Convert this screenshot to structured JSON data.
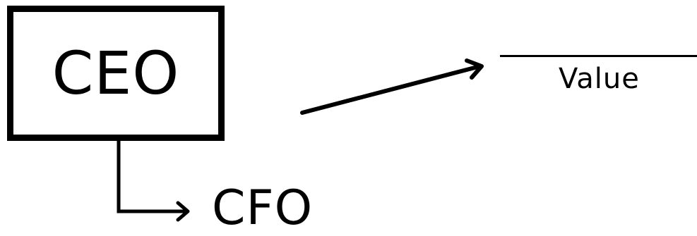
{
  "diagram": {
    "root_label": "CEO",
    "child_label": "CFO",
    "value_label": "Value"
  },
  "colors": {
    "stroke": "#000000",
    "background": "#ffffff"
  }
}
